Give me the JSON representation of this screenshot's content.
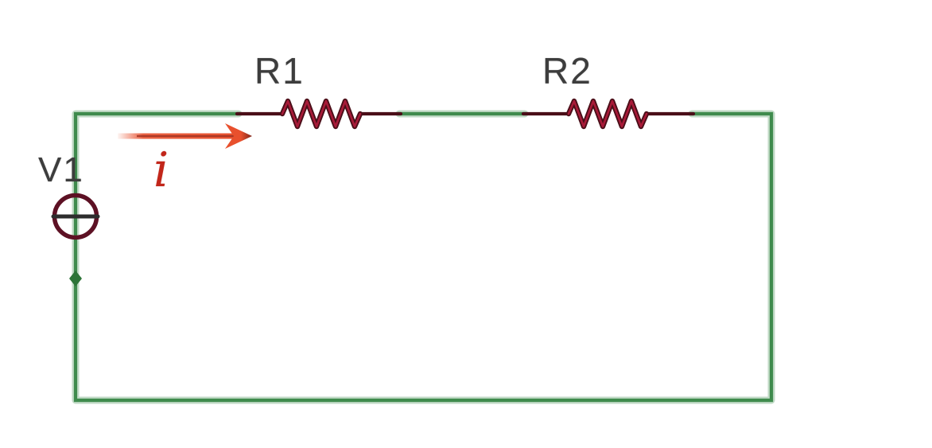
{
  "diagram": {
    "kind": "circuit-schematic",
    "labels": {
      "voltage_source": "V1",
      "resistor_1": "R1",
      "resistor_2": "R2",
      "current": "i"
    },
    "components": [
      {
        "name": "V1",
        "type": "voltage-source"
      },
      {
        "name": "R1",
        "type": "resistor"
      },
      {
        "name": "R2",
        "type": "resistor"
      }
    ],
    "colors": {
      "background": "#ffffff",
      "wire_green": "#3f8b4d",
      "component_maroon": "#4a0e18",
      "component_crimson": "#a81a38",
      "source_outline": "#5d1124",
      "plus_marker": "#2d2d2d",
      "junction_node": "#2c7437",
      "arrow": "#e8502d",
      "arrow_core": "#a03322",
      "arrow_tip": "#7e261a",
      "text_label": "#3d3d3d",
      "current_text": "#c2261a"
    }
  }
}
